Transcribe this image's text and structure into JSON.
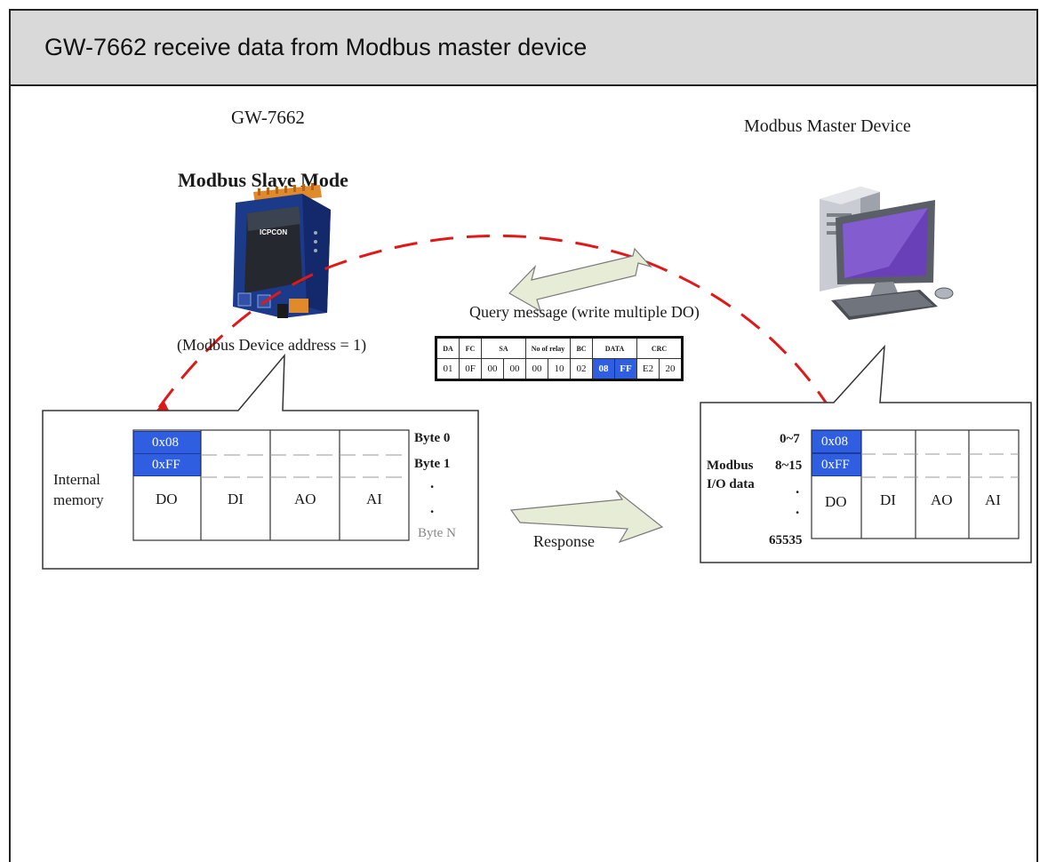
{
  "title": "GW-7662 receive data from Modbus master device",
  "gateway": {
    "label": "GW-7662",
    "mode": "Modbus Slave Mode",
    "address": "(Modbus Device address = 1)",
    "device_brand": "ICPCON",
    "memory_label_line1": "Internal",
    "memory_label_line2": "memory",
    "values": [
      "0x08",
      "0xFF"
    ],
    "columns": [
      "DO",
      "DI",
      "AO",
      "AI"
    ],
    "bytes": [
      "Byte 0",
      "Byte 1",
      ".",
      ".",
      "Byte N"
    ]
  },
  "master": {
    "label": "Modbus Master Device",
    "io_label_line1": "Modbus",
    "io_label_line2": "I/O data",
    "addresses": [
      "0~7",
      "8~15",
      ".",
      ".",
      "65535"
    ],
    "values": [
      "0x08",
      "0xFF"
    ],
    "columns": [
      "DO",
      "DI",
      "AO",
      "AI"
    ]
  },
  "query": {
    "label": "Query message (write multiple DO)",
    "headers": [
      "DA",
      "FC",
      "SA",
      "No of relay",
      "BC",
      "DATA",
      "CRC"
    ],
    "values": [
      "01",
      "0F",
      "00",
      "00",
      "00",
      "10",
      "02",
      "08",
      "FF",
      "E2",
      "20"
    ]
  },
  "response_label": "Response",
  "colors": {
    "highlight": "#2f5fe0",
    "arrow_red": "#e01818",
    "arrow_fill": "#e6ecd6"
  }
}
